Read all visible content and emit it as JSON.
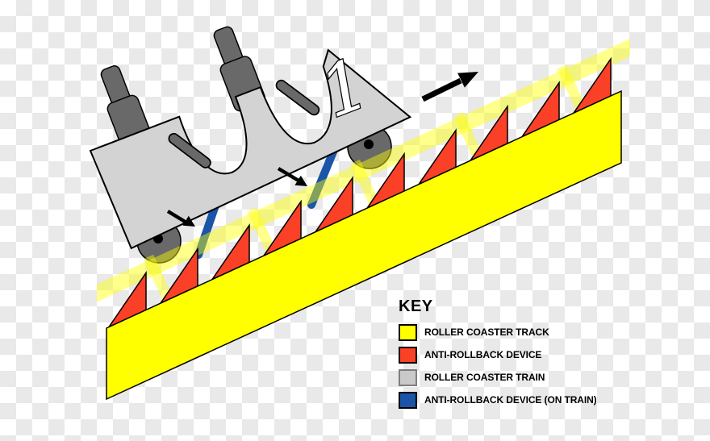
{
  "diagram": {
    "train_number": "1",
    "teeth_count": 10,
    "colors": {
      "track": "#FFFF00",
      "device": "#FB4028",
      "train_body": "#D3D3D3",
      "train_dark": "#696969",
      "device_on_train": "#1A55A8",
      "rail_band": "#FFFF00",
      "outline": "#000000",
      "number_fill": "#FFFFFF",
      "arrow": "#000000",
      "hub": "#000000"
    }
  },
  "key": {
    "title": "KEY",
    "items": [
      {
        "label": "ROLLER COASTER TRACK",
        "color": "#FFFF00",
        "border": "#000000"
      },
      {
        "label": "ANTI-ROLLBACK DEVICE",
        "color": "#FB4028",
        "border": "#000000"
      },
      {
        "label": "ROLLER COASTER TRAIN",
        "color": "#C9C9C9",
        "border": "#7E7E7E"
      },
      {
        "label": "ANTI-ROLLBACK DEVICE (ON TRAIN)",
        "color": "#1A55A8",
        "border": "#000000"
      }
    ]
  }
}
